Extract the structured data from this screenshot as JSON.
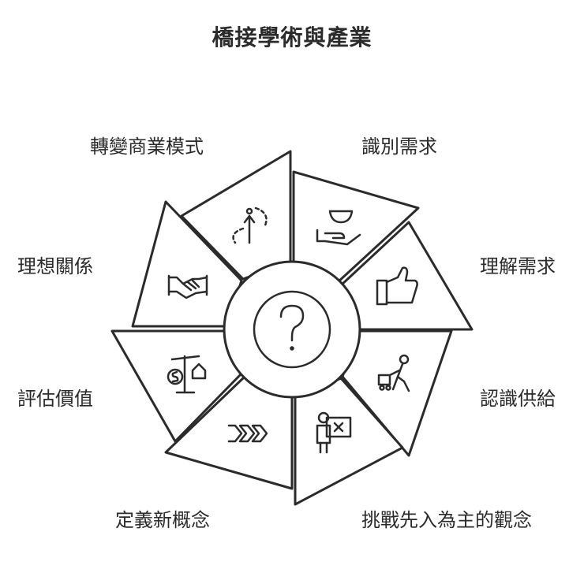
{
  "title": "橋接學術與產業",
  "segments": [
    {
      "label": "識別需求",
      "icon": "hand-offering-bowl-icon"
    },
    {
      "label": "理解需求",
      "icon": "thumbs-up-icon"
    },
    {
      "label": "認識供給",
      "icon": "person-pushing-cart-icon"
    },
    {
      "label": "挑戰先入為主的觀念",
      "icon": "person-rejecting-board-icon"
    },
    {
      "label": "定義新概念",
      "icon": "forward-chevrons-icon"
    },
    {
      "label": "評估價值",
      "icon": "money-scale-icon"
    },
    {
      "label": "理想關係",
      "icon": "handshake-icon"
    },
    {
      "label": "轉變商業模式",
      "icon": "arrow-up-cycle-icon"
    }
  ],
  "center": {
    "icon": "question-mark-icon"
  }
}
